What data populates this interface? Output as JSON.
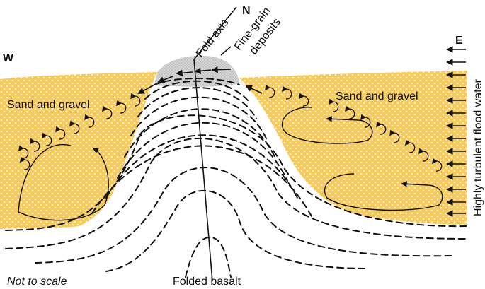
{
  "labels": {
    "west": "W",
    "north": "N",
    "east": "E",
    "fold_axis": "Fold axis",
    "fine_grain_line1": "Fine-grain",
    "fine_grain_line2": "deposits",
    "sand_gravel_left": "Sand and gravel",
    "sand_gravel_right": "Sand and gravel",
    "flood_water": "Highly turbulent flood water",
    "scale_note": "Not to scale",
    "basalt": "Folded basalt"
  },
  "colors": {
    "sediment_fill": "#f7c85a",
    "sediment_dots": "#fff3d2",
    "fine_grain_fill": "#d6d6d6",
    "ink": "#111111"
  },
  "icons": [
    "arrow-icon",
    "eddy-icon",
    "dashed-fold-lines"
  ]
}
